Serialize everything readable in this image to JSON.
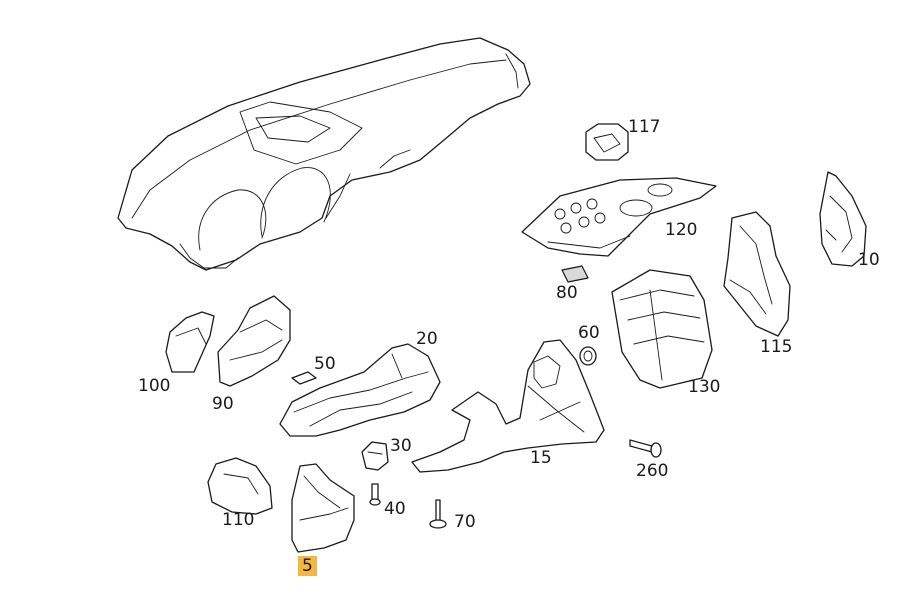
{
  "highlight_color": "#f4b740",
  "callouts": {
    "p117": "117",
    "p120": "120",
    "p10": "10",
    "p80": "80",
    "p60": "60",
    "p115": "115",
    "p20": "20",
    "p50": "50",
    "p100": "100",
    "p90": "90",
    "p130": "130",
    "p30": "30",
    "p15": "15",
    "p260": "260",
    "p110": "110",
    "p40": "40",
    "p70": "70",
    "p5": "5"
  }
}
